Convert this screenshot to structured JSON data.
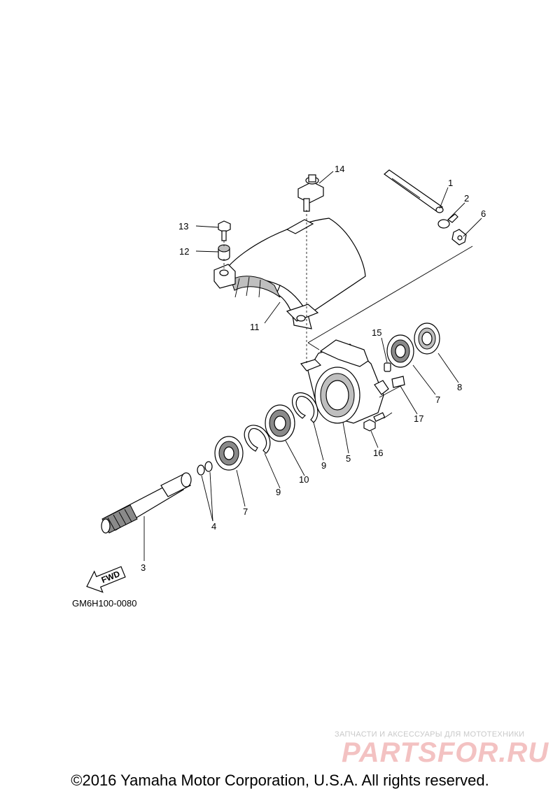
{
  "diagram": {
    "code": "GM6H100-0080",
    "fwd_label": "FWD",
    "callouts": [
      "1",
      "2",
      "3",
      "4",
      "5",
      "6",
      "7",
      "7",
      "8",
      "9",
      "9",
      "10",
      "11",
      "12",
      "13",
      "14",
      "15",
      "16",
      "17"
    ]
  },
  "watermark": {
    "tagline": "ЗАПЧАСТИ И АКСЕССУАРЫ ДЛЯ МОТОТЕХНИКИ",
    "logo": "PARTSFOR.RU"
  },
  "footer": {
    "copyright": "©2016 Yamaha Motor Corporation, U.S.A. All rights reserved."
  }
}
